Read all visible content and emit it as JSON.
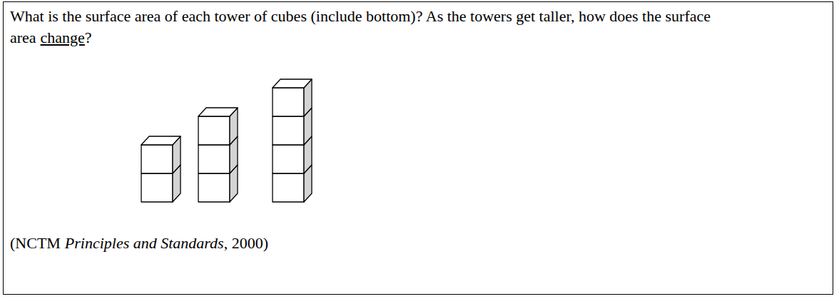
{
  "diagram": {
    "labels": [
      "What is the surface area of each tower of cubes (include bottom)? As the towers get taller, how does the surface area",
      "change",
      "?",
      "(NCTM",
      "Principles and Standards",
      ", 2000)"
    ]
  }
}
